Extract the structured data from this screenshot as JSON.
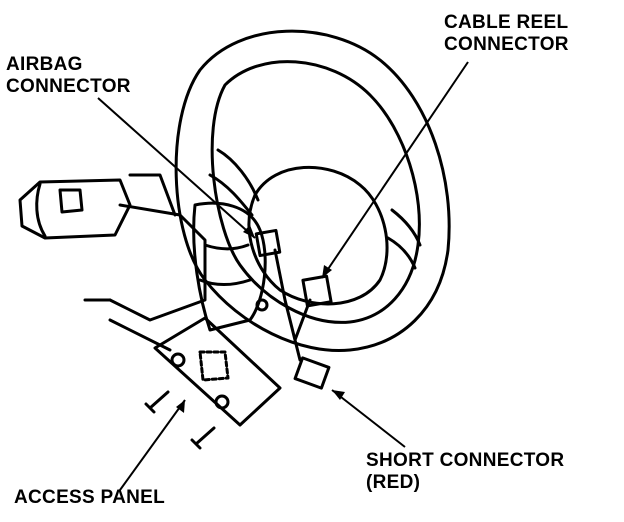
{
  "labels": {
    "airbag_line1": "AIRBAG",
    "airbag_line2": "CONNECTOR",
    "cable_line1": "CABLE REEL",
    "cable_line2": "CONNECTOR",
    "short_line1": "SHORT CONNECTOR",
    "short_line2": "(RED)",
    "access_panel": "ACCESS PANEL"
  }
}
